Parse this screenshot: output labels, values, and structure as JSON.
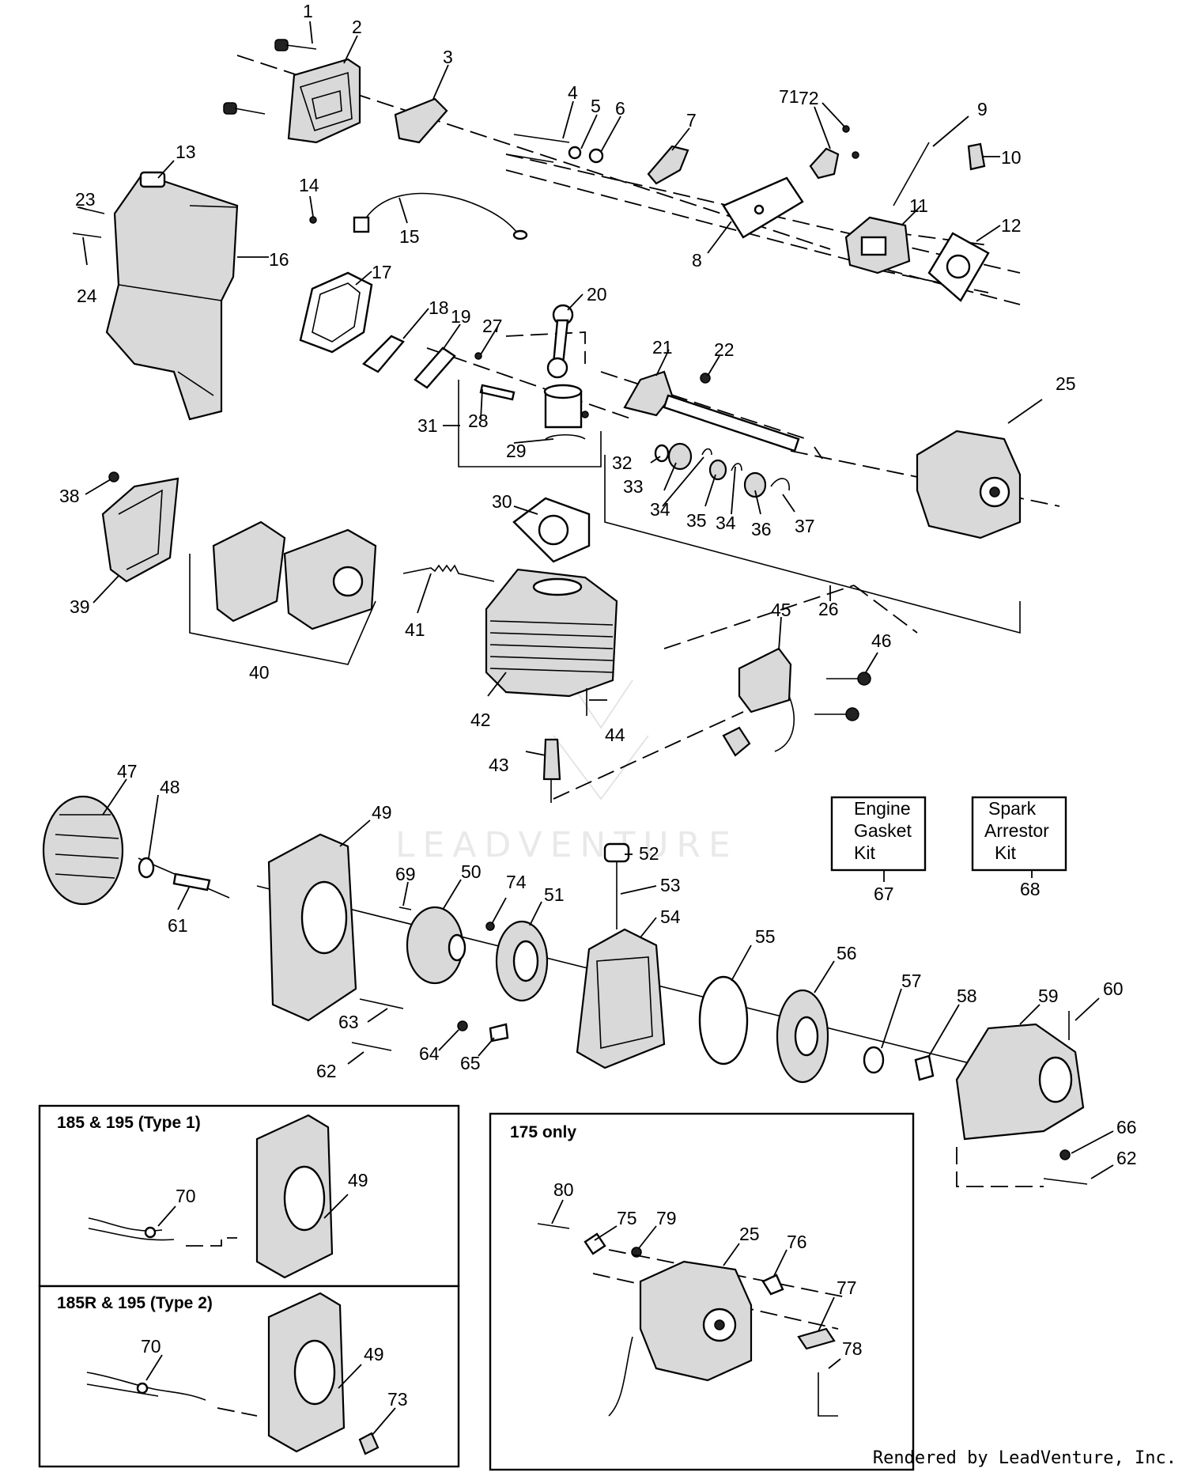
{
  "part_numbers": [
    "1",
    "2",
    "3",
    "4",
    "5",
    "6",
    "7",
    "8",
    "9",
    "10",
    "11",
    "12",
    "13",
    "14",
    "15",
    "16",
    "17",
    "18",
    "19",
    "20",
    "21",
    "22",
    "23",
    "24",
    "25",
    "26",
    "27",
    "28",
    "29",
    "30",
    "31",
    "32",
    "33",
    "34",
    "35",
    "34",
    "36",
    "37",
    "38",
    "39",
    "40",
    "41",
    "42",
    "43",
    "44",
    "45",
    "46",
    "47",
    "48",
    "49",
    "50",
    "51",
    "52",
    "53",
    "54",
    "55",
    "56",
    "57",
    "58",
    "59",
    "60",
    "61",
    "62",
    "63",
    "64",
    "65",
    "66",
    "62",
    "67",
    "68",
    "69",
    "70",
    "71",
    "72",
    "73",
    "74"
  ],
  "inset_1_numbers": [
    "70",
    "49"
  ],
  "inset_2_numbers": [
    "70",
    "49",
    "73"
  ],
  "inset_3_numbers": [
    "80",
    "75",
    "79",
    "25",
    "76",
    "77",
    "78"
  ],
  "kits": {
    "engine_gasket": {
      "lines": [
        "Engine",
        "Gasket",
        "Kit"
      ],
      "number": "67"
    },
    "spark_arrestor": {
      "lines": [
        "Spark",
        "Arrestor",
        "Kit"
      ],
      "number": "68"
    }
  },
  "insets": {
    "inset_1_title": "185 & 195 (Type 1)",
    "inset_2_title": "185R & 195  (Type 2)",
    "inset_3_title": "175  only"
  },
  "watermark": "LEADVENTURE",
  "credit": "Rendered by LeadVenture, Inc."
}
